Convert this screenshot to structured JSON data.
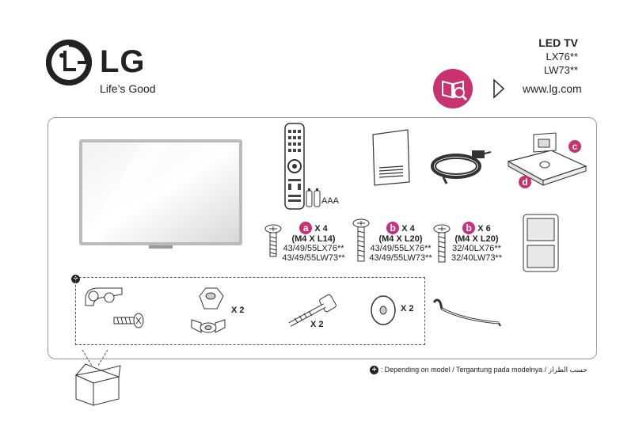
{
  "brand": {
    "logo_text": "LG",
    "tagline": "Life’s Good",
    "color": "#c8326e"
  },
  "header": {
    "title": "LED TV",
    "models": [
      "LX76**",
      "LW73**"
    ],
    "url": "www.lg.com"
  },
  "remote": {
    "battery_label": "AAA"
  },
  "screws": [
    {
      "badge": "a",
      "qty": "X 4",
      "spec": "(M4 X L14)",
      "models": [
        "43/49/55LX76**",
        "43/49/55LW73**"
      ]
    },
    {
      "badge": "b",
      "qty": "X 4",
      "spec": "(M4 X L20)",
      "models": [
        "43/49/55LX76**",
        "43/49/55LW73**"
      ]
    },
    {
      "badge": "b",
      "qty": "X 6",
      "spec": "(M4 X L20)",
      "models": [
        "32/40LX76**",
        "32/40LW73**"
      ]
    }
  ],
  "stand_badges": {
    "c": "c",
    "d": "d"
  },
  "optional_items": [
    {
      "qty": ""
    },
    {
      "qty": "X 2"
    },
    {
      "qty": "X 2"
    },
    {
      "qty": "X 2"
    }
  ],
  "footnote": {
    "text": ": Depending on model / Tergantung pada modelnya / حسب الطراز"
  }
}
